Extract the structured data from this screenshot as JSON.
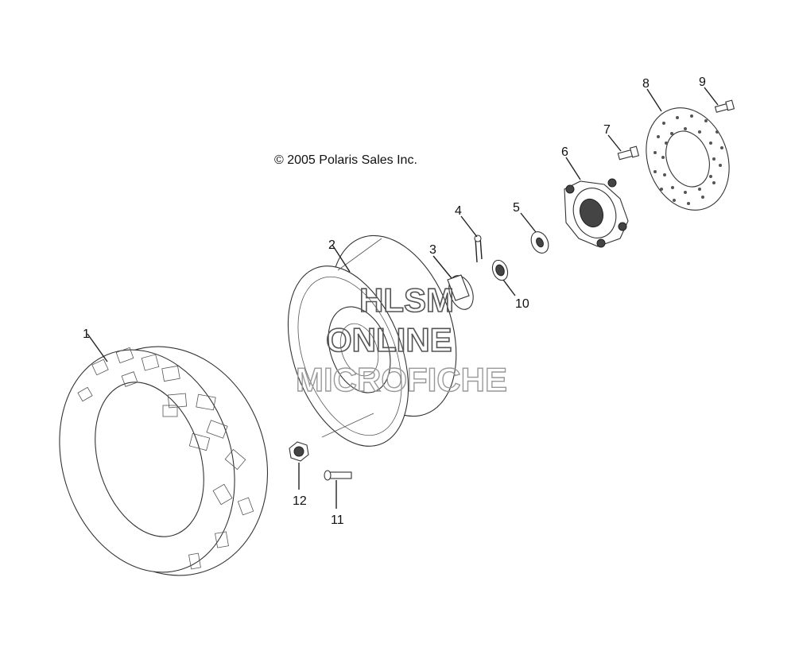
{
  "copyright": "© 2005 Polaris Sales Inc.",
  "watermark": {
    "line1": "HLSM",
    "line2": "ONLINE",
    "line3": "MICROFICHE"
  },
  "callouts": [
    "1",
    "2",
    "3",
    "4",
    "5",
    "6",
    "7",
    "8",
    "9",
    "10",
    "11",
    "12"
  ],
  "parts": [
    {
      "number": "1",
      "shape": "tire-icon"
    },
    {
      "number": "2",
      "shape": "wheel-rim-icon"
    },
    {
      "number": "3",
      "shape": "hub-cap-icon"
    },
    {
      "number": "4",
      "shape": "cotter-pin-icon"
    },
    {
      "number": "5",
      "shape": "washer-icon"
    },
    {
      "number": "6",
      "shape": "hub-icon"
    },
    {
      "number": "7",
      "shape": "bolt-icon"
    },
    {
      "number": "8",
      "shape": "brake-disc-icon"
    },
    {
      "number": "9",
      "shape": "bolt-icon"
    },
    {
      "number": "10",
      "shape": "castle-nut-icon"
    },
    {
      "number": "11",
      "shape": "wheel-stud-icon"
    },
    {
      "number": "12",
      "shape": "lug-nut-icon"
    }
  ]
}
